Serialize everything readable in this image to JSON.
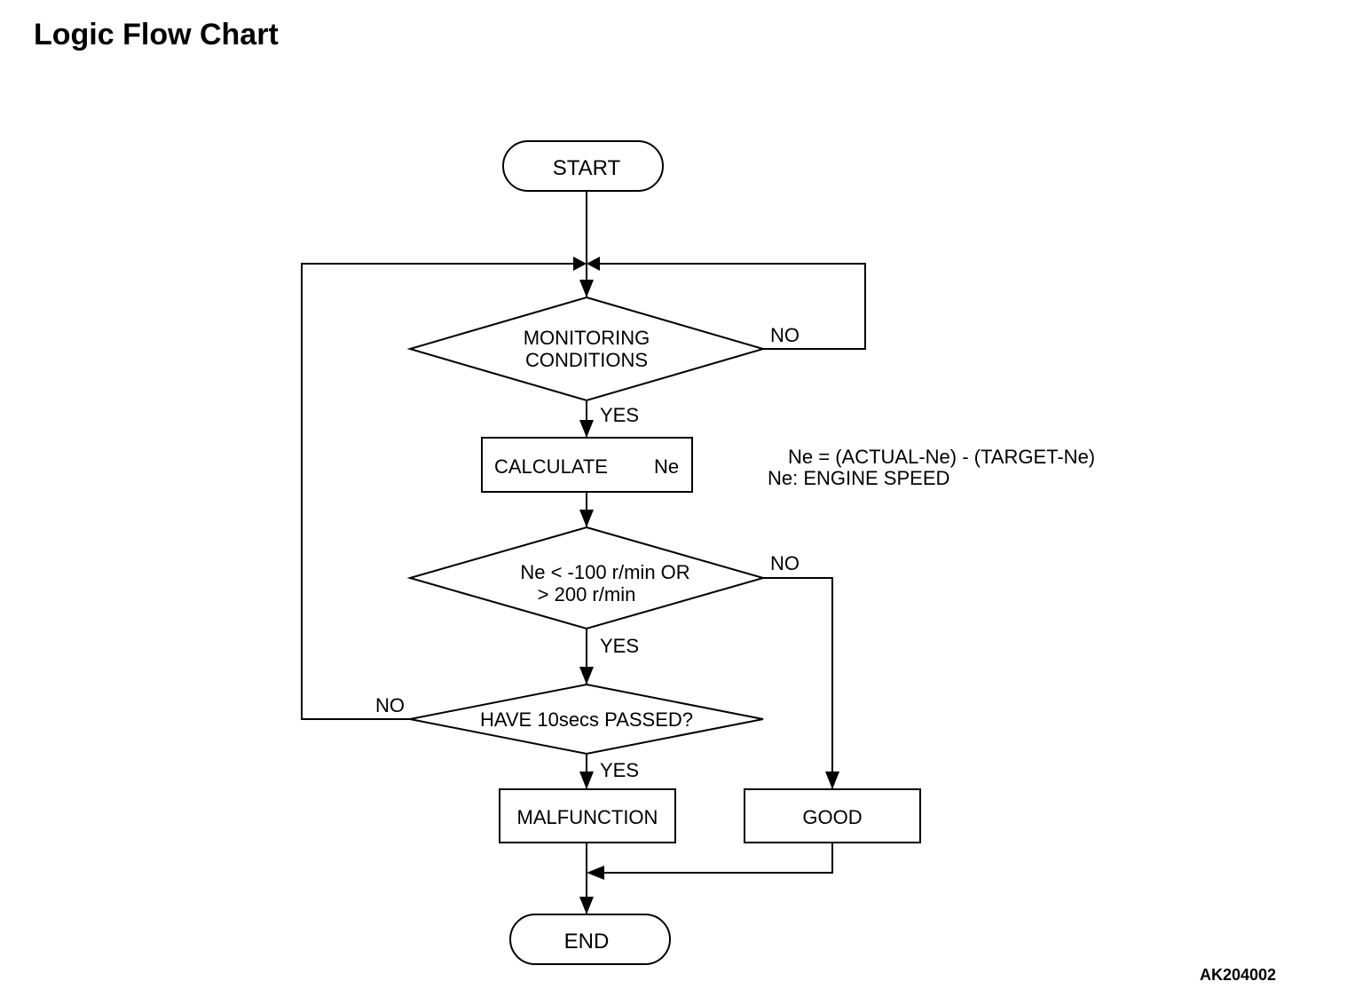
{
  "title": "Logic Flow Chart",
  "figure_id": "AK204002",
  "nodes": {
    "start": "START",
    "monitoring_line1": "MONITORING",
    "monitoring_line2": "CONDITIONS",
    "calculate_left": "CALCULATE",
    "calculate_right": "Ne",
    "threshold_line1": "Ne < -100 r/min OR",
    "threshold_line2": "> 200 r/min",
    "timer": "HAVE 10secs PASSED?",
    "malfunction": "MALFUNCTION",
    "good": "GOOD",
    "end": "END"
  },
  "branch_labels": {
    "monitoring_yes": "YES",
    "monitoring_no": "NO",
    "threshold_yes": "YES",
    "threshold_no": "NO",
    "timer_yes": "YES",
    "timer_no": "NO"
  },
  "note": {
    "line1": "Ne = (ACTUAL-Ne) - (TARGET-Ne)",
    "line2": "Ne: ENGINE SPEED"
  }
}
